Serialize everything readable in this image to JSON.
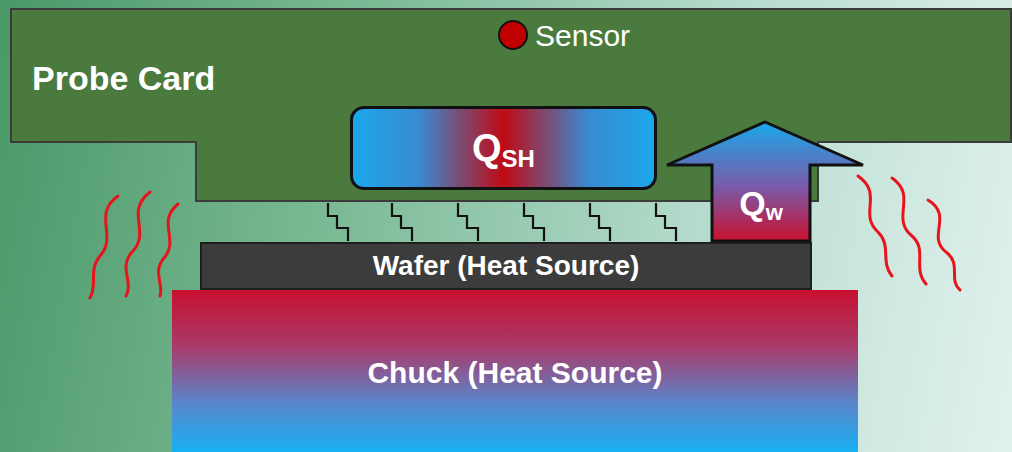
{
  "diagram": {
    "nodes": [
      {
        "text": [
          "Probe Card"
        ]
      },
      {
        "text": [
          "Sensor"
        ],
        "in": 0
      },
      {
        "text": [
          "Q",
          "SH"
        ]
      },
      {
        "text": [
          "Q",
          "w"
        ]
      },
      {
        "text": [
          "Wafer (Heat Source)"
        ]
      },
      {
        "text": [
          "Chuck (Heat Source)"
        ]
      }
    ]
  }
}
